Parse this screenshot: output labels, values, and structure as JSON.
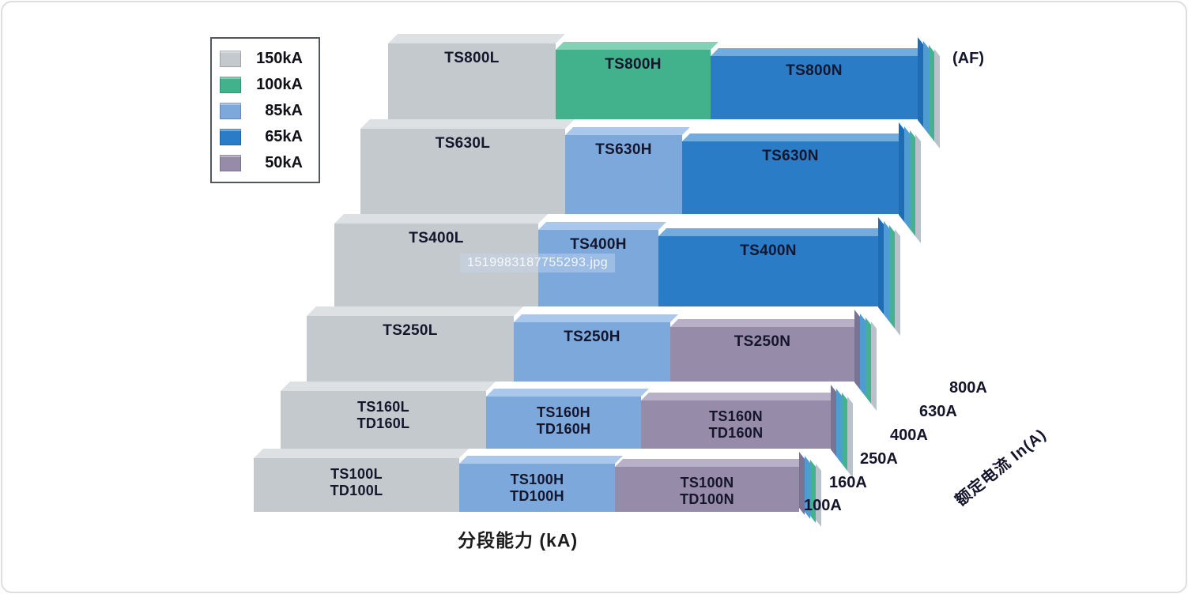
{
  "legend": {
    "items": [
      "150kA",
      "100kA",
      "85kA",
      "65kA",
      "50kA"
    ]
  },
  "colors": {
    "150kA": "#c4c9cd",
    "100kA": "#42b28c",
    "85kA": "#7ca8dc",
    "65kA": "#2a7cc6",
    "50kA": "#968caa"
  },
  "colors_light": {
    "150kA": "#dde1e4",
    "100kA": "#84d2b6",
    "85kA": "#aac8ec",
    "65kA": "#72abde",
    "50kA": "#b7b0c7"
  },
  "axes": {
    "x_label": "分段能力 (kA)",
    "depth_label": "额定电流 In(A)",
    "frame_label": "(AF)",
    "depth_ticks": [
      "800A",
      "630A",
      "400A",
      "250A",
      "160A",
      "100A"
    ]
  },
  "watermark": "1519983187755293.jpg",
  "chart_data": {
    "type": "bar",
    "xlabel": "分段能力 (kA)",
    "depth_axis_label": "额定电流 In(A)",
    "legend_breaking_capacities": [
      "150kA",
      "100kA",
      "85kA",
      "65kA",
      "50kA"
    ],
    "rows": [
      {
        "rated_current": "800A",
        "segments": [
          {
            "label": "TS800L",
            "breaking_capacity": "150kA"
          },
          {
            "label": "TS800H",
            "breaking_capacity": "100kA"
          },
          {
            "label": "TS800N",
            "breaking_capacity": "65kA"
          }
        ]
      },
      {
        "rated_current": "630A",
        "segments": [
          {
            "label": "TS630L",
            "breaking_capacity": "150kA"
          },
          {
            "label": "TS630H",
            "breaking_capacity": "85kA"
          },
          {
            "label": "TS630N",
            "breaking_capacity": "65kA"
          }
        ]
      },
      {
        "rated_current": "400A",
        "segments": [
          {
            "label": "TS400L",
            "breaking_capacity": "150kA"
          },
          {
            "label": "TS400H",
            "breaking_capacity": "85kA"
          },
          {
            "label": "TS400N",
            "breaking_capacity": "65kA"
          }
        ]
      },
      {
        "rated_current": "250A",
        "segments": [
          {
            "label": "TS250L",
            "breaking_capacity": "150kA"
          },
          {
            "label": "TS250H",
            "breaking_capacity": "85kA"
          },
          {
            "label": "TS250N",
            "breaking_capacity": "50kA"
          }
        ]
      },
      {
        "rated_current": "160A",
        "segments": [
          {
            "label": "TS160L\nTD160L",
            "breaking_capacity": "150kA"
          },
          {
            "label": "TS160H\nTD160H",
            "breaking_capacity": "85kA"
          },
          {
            "label": "TS160N\nTD160N",
            "breaking_capacity": "50kA"
          }
        ]
      },
      {
        "rated_current": "100A",
        "segments": [
          {
            "label": "TS100L\nTD100L",
            "breaking_capacity": "150kA"
          },
          {
            "label": "TS100H\nTD100H",
            "breaking_capacity": "85kA"
          },
          {
            "label": "TS100N\nTD100N",
            "breaking_capacity": "50kA"
          }
        ]
      }
    ]
  }
}
